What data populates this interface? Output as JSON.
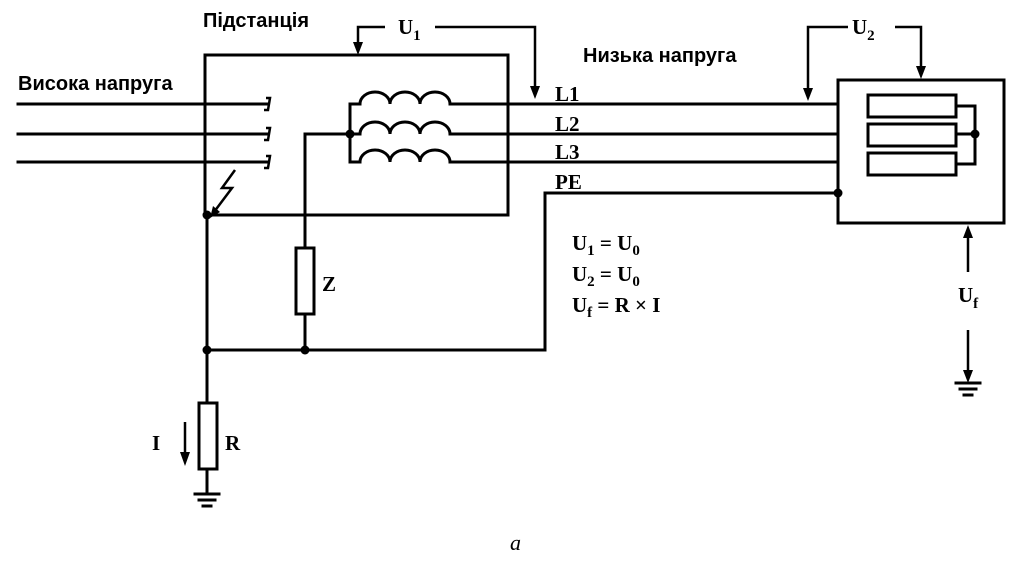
{
  "labels": {
    "substation": "Підстанція",
    "high_voltage": "Висока напруга",
    "low_voltage": "Низька напруга",
    "u1_main": "U",
    "u1_sub": "1",
    "u2_main": "U",
    "u2_sub": "2",
    "uf_main": "U",
    "uf_sub": "f",
    "line_l1": "L1",
    "line_l2": "L2",
    "line_l3": "L3",
    "line_pe": "PE",
    "impedance": "Z",
    "resistor": "R",
    "current": "I",
    "caption": "a"
  },
  "formulas": [
    {
      "lhs": "U",
      "lhs_sub": "1",
      "rhs": " = U",
      "rhs_sub": "0"
    },
    {
      "lhs": "U",
      "lhs_sub": "2",
      "rhs": " = U",
      "rhs_sub": "0"
    },
    {
      "lhs": "U",
      "lhs_sub": "f",
      "rhs": " = R × I",
      "rhs_sub": ""
    }
  ]
}
